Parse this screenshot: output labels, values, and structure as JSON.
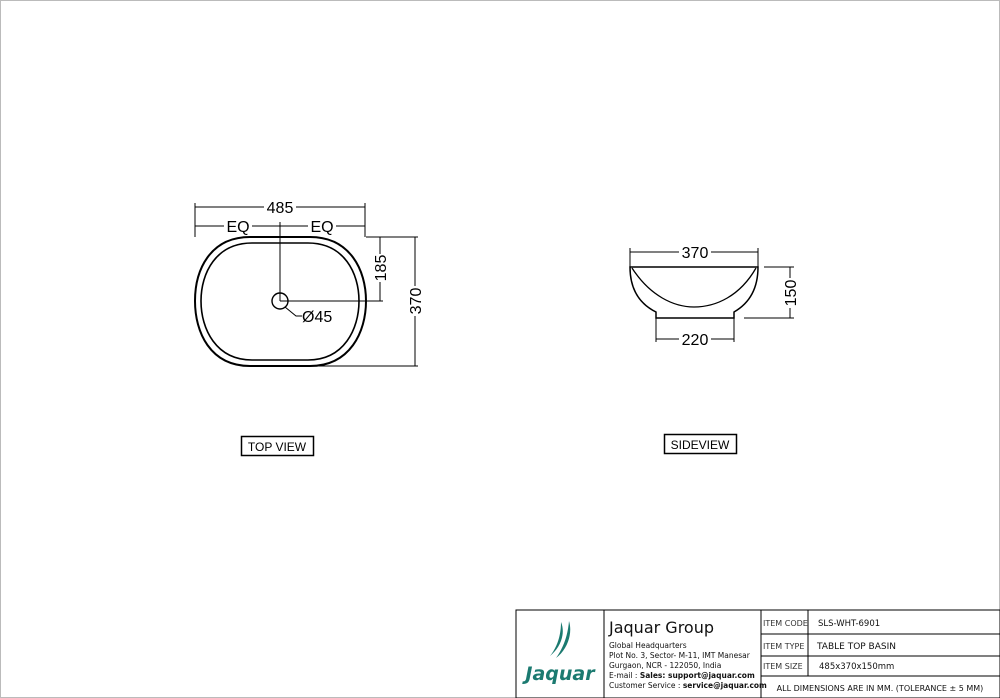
{
  "top_view": {
    "label": "TOP VIEW",
    "dim_width": "485",
    "dim_eq_left": "EQ",
    "dim_eq_right": "EQ",
    "dim_half_depth": "185",
    "dim_depth": "370",
    "dim_hole": "Ø45"
  },
  "side_view": {
    "label": "SIDEVIEW",
    "dim_top_width": "370",
    "dim_base_width": "220",
    "dim_height": "150"
  },
  "title_block": {
    "logo_text": "Jaquar",
    "company": "Jaquar Group",
    "address": [
      "Global Headquarters",
      "Plot No. 3, Sector- M-11, IMT Manesar",
      "Gurgaon, NCR - 122050, India"
    ],
    "email_label": "E-mail : ",
    "email_value": "Sales: support@jaquar.com",
    "service_label": "Customer Service : ",
    "service_value": "service@jaquar.com",
    "rows": [
      {
        "label": "ITEM  CODE",
        "value": "SLS-WHT-6901"
      },
      {
        "label": "ITEM  TYPE",
        "value": "TABLE TOP BASIN"
      },
      {
        "label": "ITEM  SIZE",
        "value": "485x370x150mm"
      }
    ],
    "note": "ALL DIMENSIONS ARE IN MM. (TOLERANCE ± 5 MM)",
    "brand_color": "#1b7a70"
  }
}
